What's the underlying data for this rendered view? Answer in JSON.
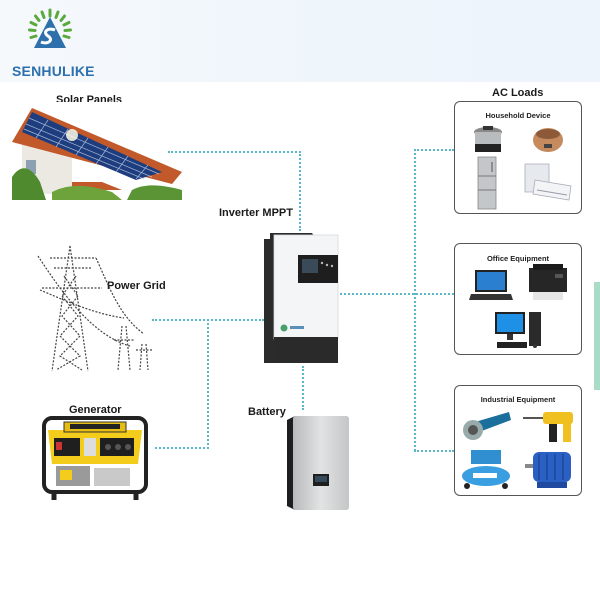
{
  "brand": {
    "name": "SENHULIKE",
    "colors": {
      "blue": "#2d70ac",
      "green": "#5aa93c",
      "connector": "#5bb8c9"
    }
  },
  "sources": {
    "solar": {
      "label": "Solar Panels",
      "icon": "solar-roof-icon"
    },
    "grid": {
      "label": "Power Grid",
      "icon": "transmission-tower-icon"
    },
    "generator": {
      "label": "Generator",
      "icon": "generator-icon"
    }
  },
  "center": {
    "inverter": {
      "label": "Inverter MPPT",
      "icon": "inverter-icon"
    },
    "battery": {
      "label": "Battery",
      "icon": "battery-icon"
    }
  },
  "loads": {
    "title": "AC Loads",
    "groups": [
      {
        "title": "Household Device",
        "items": [
          "pressure-cooker-icon",
          "rice-cooker-icon",
          "refrigerator-icon",
          "air-conditioner-icon"
        ]
      },
      {
        "title": "Office Equipment",
        "items": [
          "laptop-icon",
          "printer-icon",
          "desktop-computer-icon"
        ]
      },
      {
        "title": "Industrial Equipment",
        "items": [
          "angle-grinder-icon",
          "hammer-drill-icon",
          "air-compressor-icon",
          "electric-motor-icon"
        ]
      }
    ]
  }
}
